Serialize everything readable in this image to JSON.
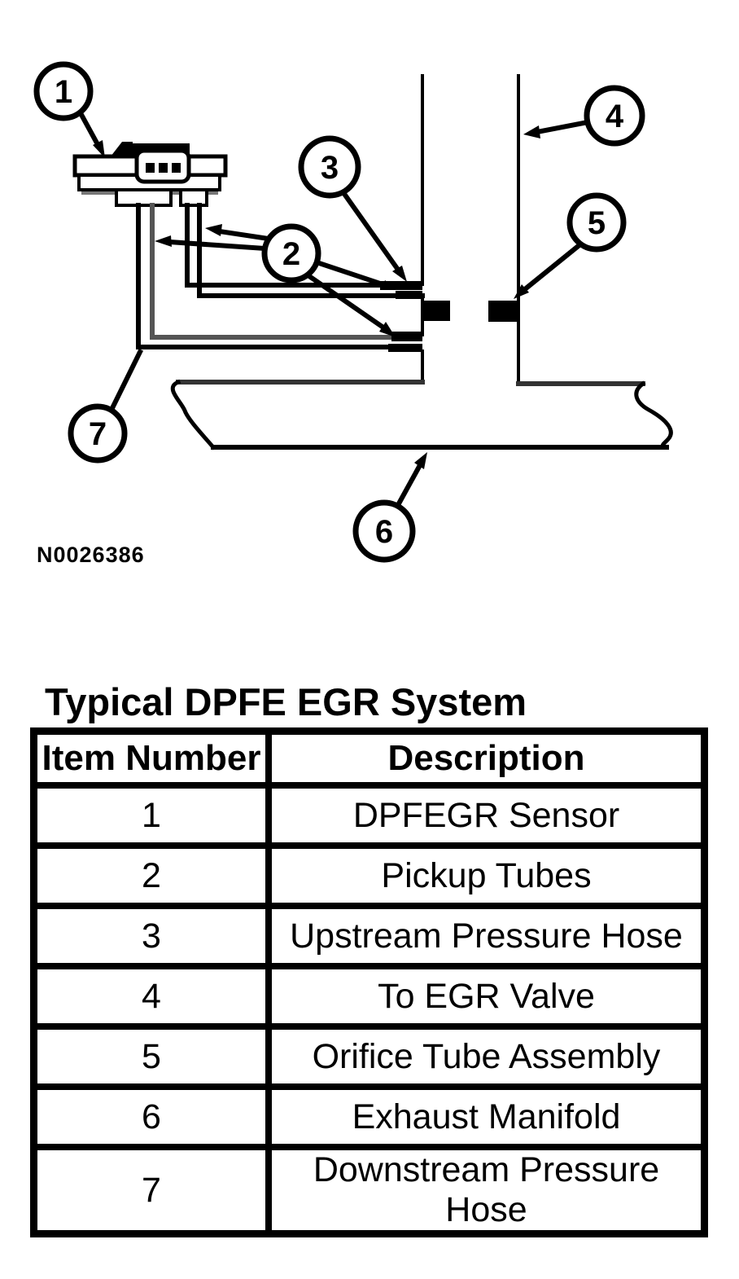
{
  "title": "Typical DPFE EGR System",
  "figure": {
    "figure_label": "N0026386",
    "callouts": [
      "1",
      "2",
      "3",
      "4",
      "5",
      "6",
      "7"
    ]
  },
  "table": {
    "headers": {
      "item": "Item Number",
      "description": "Description"
    },
    "rows": [
      {
        "item": "1",
        "description": "DPFEGR Sensor"
      },
      {
        "item": "2",
        "description": "Pickup Tubes"
      },
      {
        "item": "3",
        "description": "Upstream Pressure Hose"
      },
      {
        "item": "4",
        "description": "To EGR Valve"
      },
      {
        "item": "5",
        "description": "Orifice Tube Assembly"
      },
      {
        "item": "6",
        "description": "Exhaust Manifold"
      },
      {
        "item": "7",
        "description": "Downstream Pressure Hose"
      }
    ]
  },
  "colors": {
    "ink": "#000000",
    "paper": "#ffffff",
    "stipple": "#555555"
  }
}
